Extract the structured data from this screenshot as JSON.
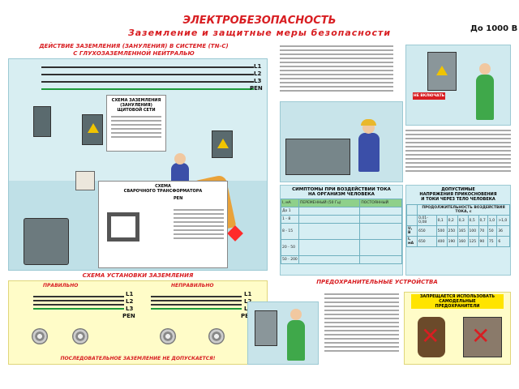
{
  "poster": {
    "title": "ЭЛЕКТРОБЕЗОПАСНОСТЬ",
    "subtitle": "Заземление и защитные меры безопасности",
    "voltage_tag": "До 1000 В"
  },
  "section_tn": {
    "title_line1": "ДЕЙСТВИЕ ЗАЗЕМЛЕНИЯ (ЗАНУЛЕНИЯ) В СИСТЕМЕ (TN-C)",
    "title_line2": "С ГЛУХОЗАЗЕМЛЕННОЙ НЕЙТРАЛЬЮ",
    "lines": [
      "L1",
      "L2",
      "L3",
      "PEN"
    ],
    "inset_title_line1": "СХЕМА ЗАЗЕМЛЕНИЯ",
    "inset_title_line2": "(ЗАНУЛЕНИЯ) ЩИТОВОЙ СЕТИ",
    "weld_title_line1": "СХЕМА",
    "weld_title_line2": "СВАРОЧНОГО ТРАНСФОРМАТОРА",
    "weld_label": "PEN"
  },
  "section_install": {
    "title": "СХЕМА УСТАНОВКИ ЗАЗЕМЛЕНИЯ",
    "correct_label": "ПРАВИЛЬНО",
    "wrong_label": "НЕПРАВИЛЬНО",
    "lines": [
      "L1",
      "L2",
      "L3",
      "PEN"
    ],
    "warning": "ПОСЛЕДОВАТЕЛЬНОЕ ЗАЗЕМЛЕНИЕ НЕ ДОПУСКАЕТСЯ!"
  },
  "section_symptoms": {
    "title_line1": "СИМПТОМЫ ПРИ ВОЗДЕЙСТВИИ ТОКА",
    "title_line2": "НА ОРГАНИЗМ ЧЕЛОВЕКА",
    "header": [
      "I, мА",
      "ПЕРЕМЕННЫЙ (50 Гц)",
      "ПОСТОЯННЫЙ"
    ],
    "rows": [
      "До 1",
      "1 - 8",
      "8 - 15",
      "20 - 50",
      "50 - 200"
    ]
  },
  "section_touch": {
    "title_line1": "ДОПУСТИМЫЕ",
    "title_line2": "НАПРЯЖЕНИЯ ПРИКОСНОВЕНИЯ",
    "title_line3": "И ТОКИ ЧЕРЕЗ ТЕЛО ЧЕЛОВЕКА",
    "col_header": "ПРОДОЛЖИТЕЛЬНОСТЬ ВОЗДЕЙСТВИЯ ТОКА, с",
    "durations": [
      "0,01-0,08",
      "0,1",
      "0,2",
      "0,3",
      "0,5",
      "0,7",
      "1,0",
      ">1,0"
    ],
    "voltage_row": [
      "U, В",
      "650",
      "500",
      "250",
      "165",
      "100",
      "70",
      "50",
      "36"
    ],
    "current_row": [
      "I, мА",
      "650",
      "400",
      "190",
      "160",
      "125",
      "90",
      "75",
      "6"
    ]
  },
  "section_fuses": {
    "title": "ПРЕДОХРАНИТЕЛЬНЫЕ УСТРОЙСТВА",
    "badge_line1": "ЗАПРЕЩАЕТСЯ ИСПОЛЬЗОВАТЬ",
    "badge_line2": "САМОДЕЛЬНЫЕ",
    "badge_line3": "ПРЕДОХРАНИТЕЛИ"
  },
  "signs": {
    "danger_sign": "НЕ ВКЛЮЧАТЬ"
  },
  "colors": {
    "accent_red": "#d81e22",
    "panel_blue": "#cde9ef",
    "header_green": "#8fd08a",
    "badge_yellow": "#ffe400"
  }
}
